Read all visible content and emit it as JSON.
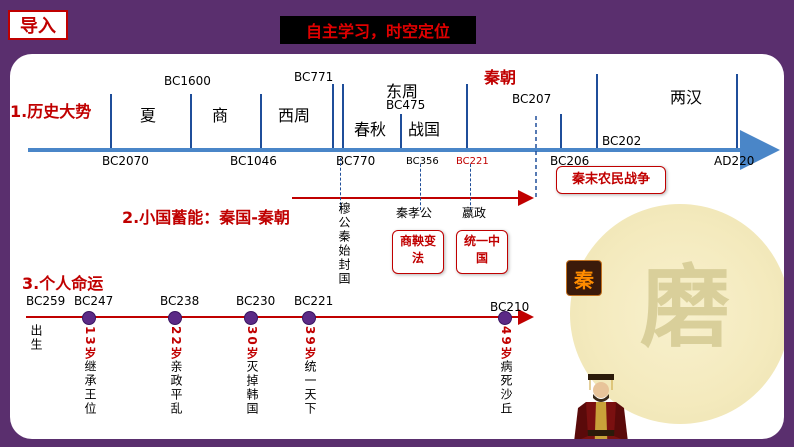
{
  "header": {
    "intro_tag": "导入",
    "banner": "自主学习，时空定位"
  },
  "section1": {
    "label": "1.历史大势",
    "dynasties": {
      "xia": "夏",
      "shang": "商",
      "xizhou": "西周",
      "dongzhou": "东周",
      "chunqiu": "春秋",
      "zhanguo": "战国",
      "qin": "秦朝",
      "lianghan": "两汉"
    },
    "dates_top": {
      "bc1600": "BC1600",
      "bc771": "BC771",
      "bc475": "BC475",
      "bc207": "BC207",
      "bc202": "BC202"
    },
    "dates_bottom": {
      "bc2070": "BC2070",
      "bc1046": "BC1046",
      "bc770": "BC770",
      "bc356": "BC356",
      "bc221": "BC221",
      "bc206": "BC206",
      "ad220": "AD220"
    },
    "event_box": "秦末农民战争"
  },
  "section2": {
    "label": "2.小国蓄能：秦国-秦朝",
    "mugong": "穆公秦始封国",
    "xiaogong": "秦孝公",
    "yingzheng": "嬴政",
    "box_shangyang": "商鞅变法",
    "box_tongyi": "统一中国",
    "icon_char": "秦"
  },
  "section3": {
    "label": "3.个人命运",
    "points": [
      {
        "date": "BC259",
        "age": "",
        "event": "出生"
      },
      {
        "date": "BC247",
        "age": "13岁",
        "event": "继承王位"
      },
      {
        "date": "BC238",
        "age": "22岁",
        "event": "亲政平乱"
      },
      {
        "date": "BC230",
        "age": "30岁",
        "event": "灭掉韩国"
      },
      {
        "date": "BC221",
        "age": "39岁",
        "event": "统一天下"
      },
      {
        "date": "BC210",
        "age": "49岁",
        "event": "病死沙丘"
      }
    ]
  },
  "seal_char": "磨"
}
